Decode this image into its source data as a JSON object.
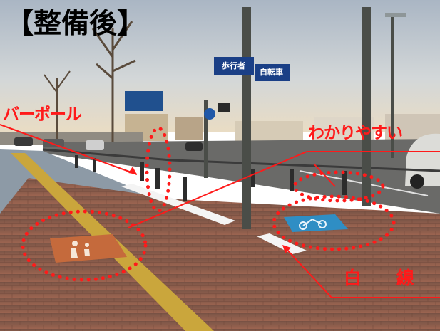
{
  "title": "【整備後】",
  "annotations": {
    "bar_pole": "バーポール",
    "easy_to_understand": "わかりやすい",
    "white_line": "白 線"
  },
  "signs": {
    "pedestrian": "歩行者",
    "bicycle": "自転車"
  },
  "colors": {
    "annotation_red": "#ff1a1a",
    "sign_blue": "#1a3f86",
    "pavement": "#8f5a48"
  }
}
